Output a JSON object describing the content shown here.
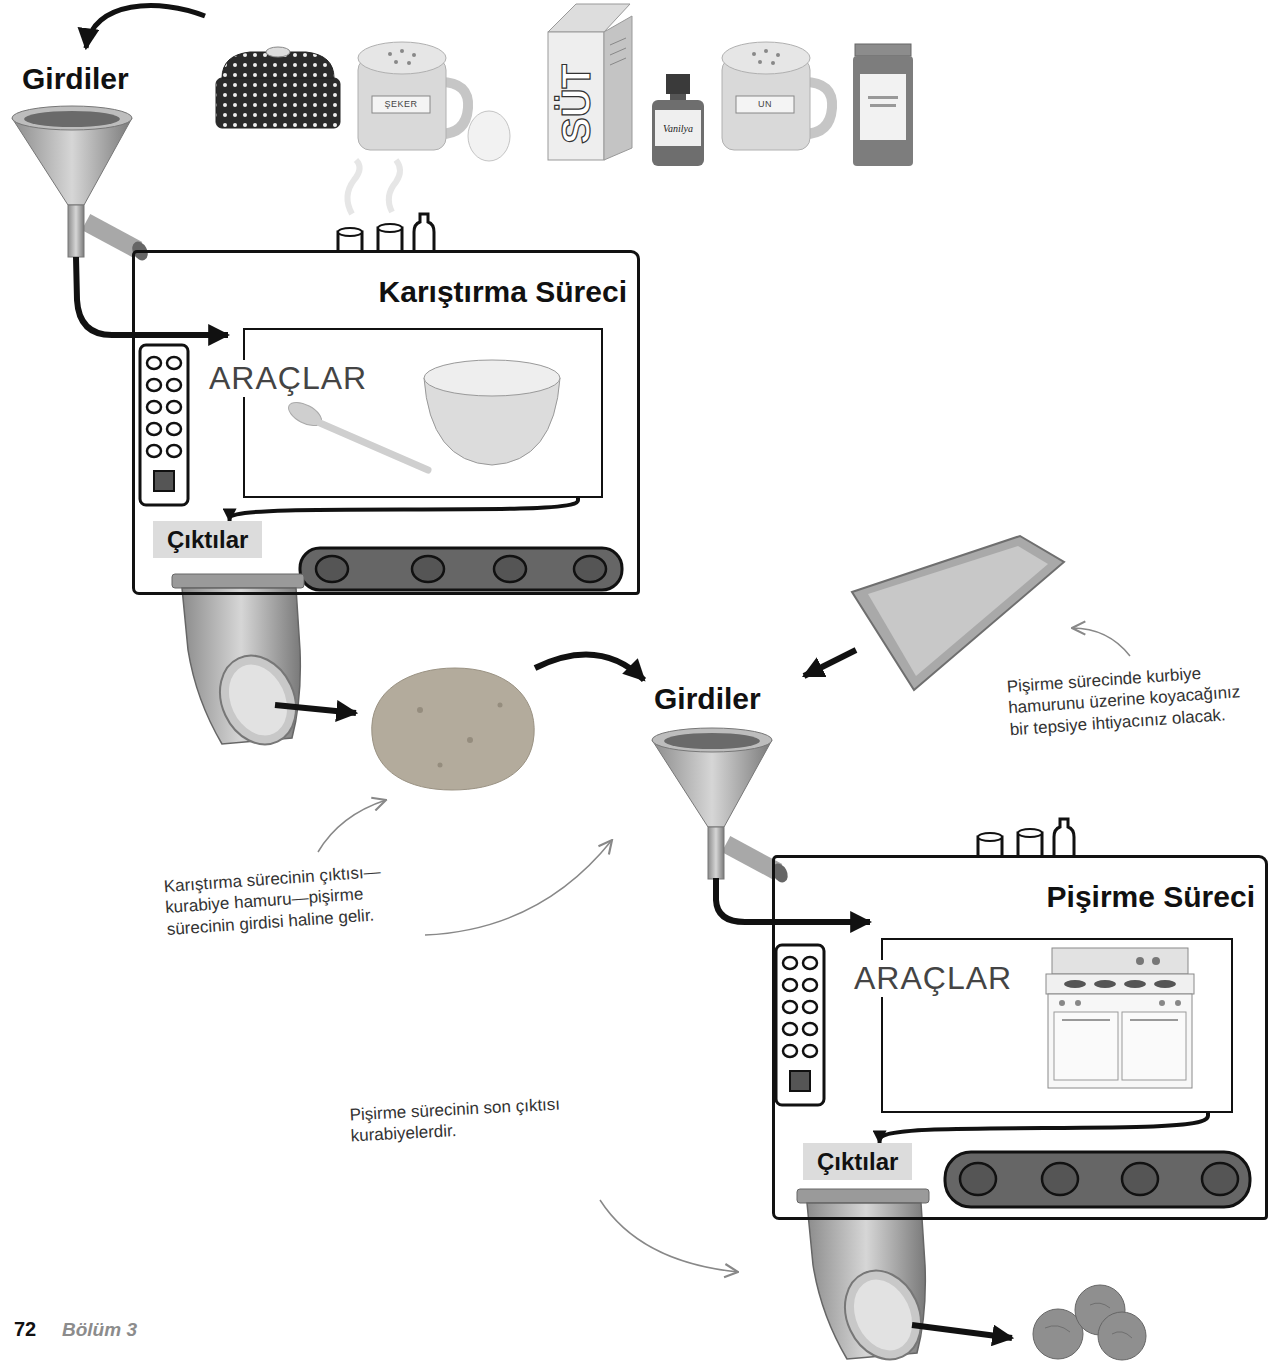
{
  "diagram": {
    "nodes": [
      {
        "text": [
          "Karıştırma Süreci"
        ]
      },
      {
        "text": [
          "ARAÇLAR"
        ],
        "in": 0
      },
      {
        "text": [
          "Çıktılar"
        ],
        "in": 0
      },
      {
        "text": [
          "Pişirme Süreci"
        ]
      },
      {
        "text": [
          "ARAÇLAR"
        ],
        "in": 3
      },
      {
        "text": [
          "Çıktılar"
        ],
        "in": 3
      }
    ],
    "edges": [
      {
        "from": 1,
        "to": 2,
        "arrow": "to"
      },
      {
        "from": 4,
        "to": 5,
        "arrow": "to"
      }
    ],
    "labels": [
      "Girdiler",
      "ŞEKER",
      "SÜT",
      "Vanilya",
      "UN",
      "Girdiler",
      "Pişirme sürecinde kurbiye hamurunu üzerine koyacağınız bir tepsiye ihtiyacınız olacak.",
      "Karıştırma sürecinin çıktısı—kurabiye hamuru—pişirme sürecinin girdisi haline gelir.",
      "Pişirme sürecinin son çıktısı kurabiyelerdir.",
      "72",
      "Bölüm 3"
    ]
  }
}
